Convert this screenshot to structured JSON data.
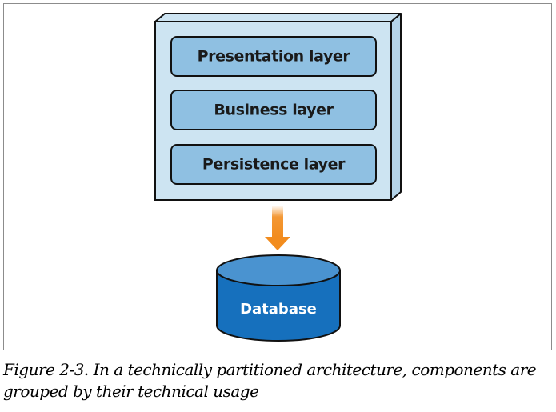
{
  "diagram": {
    "layers": [
      {
        "label": "Presentation layer"
      },
      {
        "label": "Business layer"
      },
      {
        "label": "Persistence layer"
      }
    ],
    "database": {
      "label": "Database"
    },
    "colors": {
      "container_fill": "#cde4f2",
      "container_side": "#b4d3e8",
      "layer_fill": "#8fc0e2",
      "outline": "#111111",
      "arrow": "#f28c1e",
      "database_fill": "#1670bd",
      "database_top": "#4a93d0"
    }
  },
  "caption": {
    "text": "Figure 2-3. In a technically partitioned architecture, components are grouped by their technical usage"
  }
}
